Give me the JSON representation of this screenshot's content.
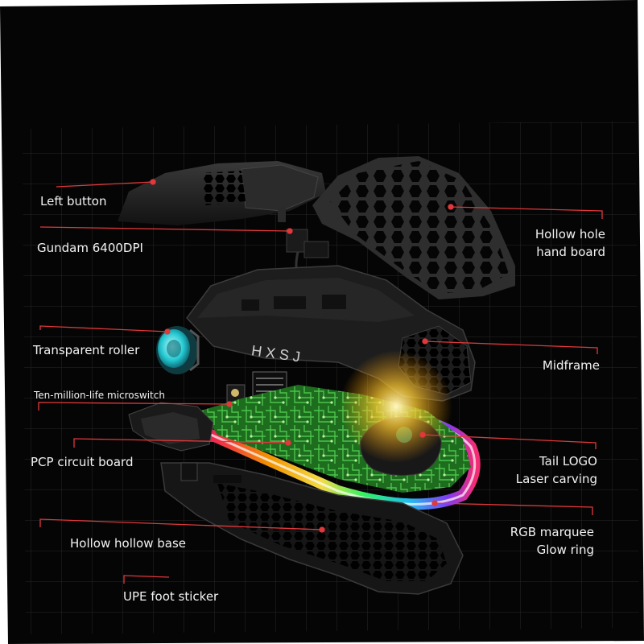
{
  "brand": {
    "logo_text": "HXSJ"
  },
  "colors": {
    "background": "#050505",
    "callout_line": "#e0383b",
    "rgb_ring": [
      "#ff1f5a",
      "#ffb400",
      "#33ff66",
      "#1fc8ff",
      "#8a3cff"
    ]
  },
  "callouts": {
    "left_button": "Left button",
    "sensor": "Gundam 6400DPI",
    "roller": "Transparent roller",
    "microswitch": "Ten-million-life microswitch",
    "pcb": "PCP circuit board",
    "base": "Hollow hollow base",
    "foot": "UPE foot sticker",
    "hand_board_line1": "Hollow hole",
    "hand_board_line2": "hand board",
    "midframe": "Midframe",
    "logo_line1": "Tail LOGO",
    "logo_line2": "Laser carving",
    "ring_line1": "RGB marquee",
    "ring_line2": "Glow ring"
  }
}
